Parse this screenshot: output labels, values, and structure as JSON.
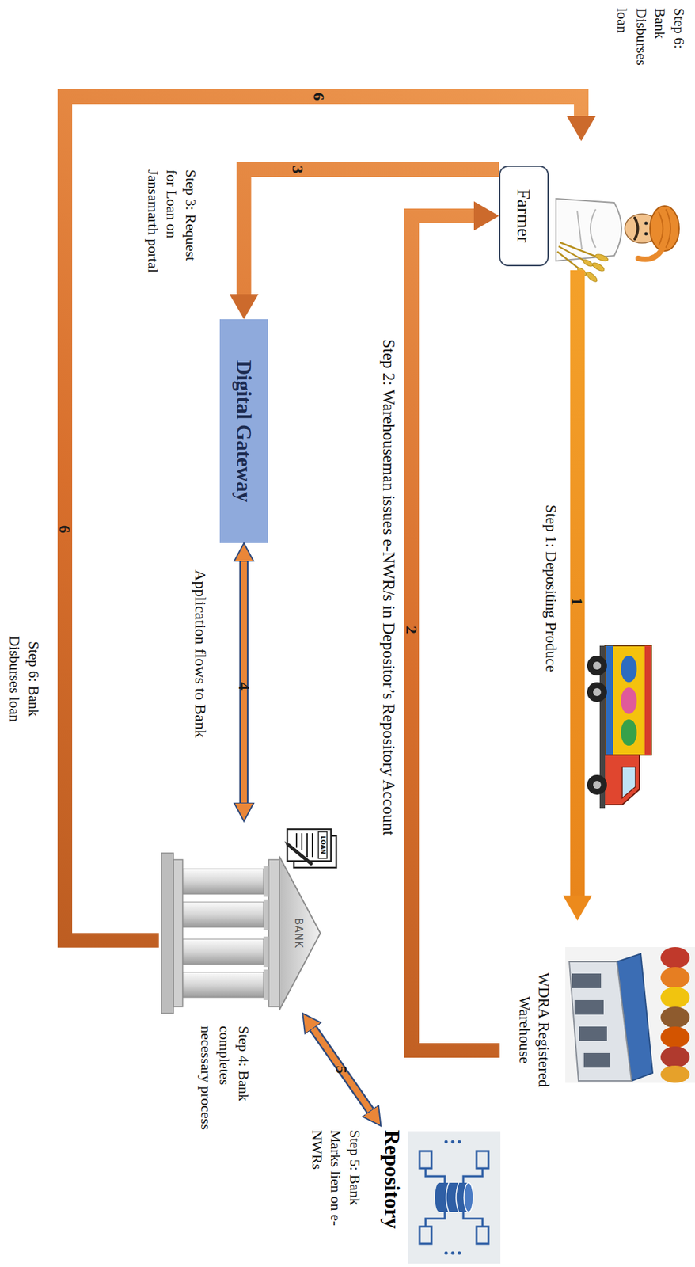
{
  "diagram": {
    "nodes": [
      {
        "text": [
          "Farmer"
        ]
      },
      {
        "text": [
          "WDRA Registered Warehouse"
        ]
      },
      {
        "text": [
          "Digital Gateway"
        ]
      },
      {
        "text": [
          "BANK"
        ]
      },
      {
        "text": [
          "Repository"
        ]
      }
    ],
    "edges": [
      {
        "from": 0,
        "to": 1,
        "arrow": "to",
        "label": "1"
      },
      {
        "from": 1,
        "to": 0,
        "arrow": "to",
        "label": "2"
      },
      {
        "from": 0,
        "to": 2,
        "arrow": "to",
        "label": "3"
      },
      {
        "from": 2,
        "to": 3,
        "arrow": "both",
        "label": "4"
      },
      {
        "from": 3,
        "to": 4,
        "arrow": "both",
        "label": "5"
      },
      {
        "from": 3,
        "to": 0,
        "arrow": "to",
        "label": "6"
      }
    ],
    "labels": [
      "Step 6: Bank Disburses loan",
      "Step 1: Depositing Produce",
      "Step 2: Warehouseman issues e-NWR/s in Depositor’s Repository Account",
      "Step 3: Request for Loan on Jansamarth portal",
      "Application flows to Bank",
      "LOAN",
      "Step 4: Bank completes necessary process",
      "Step 5: Bank Marks lien on e-NWRs",
      "Step 6: Bank Disburses loan",
      "6"
    ]
  }
}
